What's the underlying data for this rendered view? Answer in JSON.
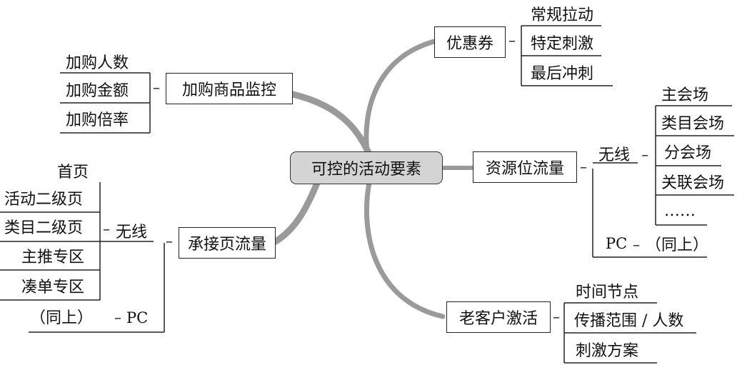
{
  "center": "可控的活动要素",
  "coupon": {
    "label": "优惠券",
    "items": [
      "常规拉动",
      "特定刺激",
      "最后冲刺"
    ]
  },
  "addon": {
    "label": "加购商品监控",
    "items": [
      "加购人数",
      "加购金额",
      "加购倍率"
    ]
  },
  "landing": {
    "label": "承接页流量",
    "wireless_label": "无线",
    "pc_label": "PC",
    "items": [
      "首页",
      "活动二级页",
      "类目二级页",
      "主推专区",
      "凑单专区"
    ],
    "pc_item": "（同上）"
  },
  "resource": {
    "label": "资源位流量",
    "wireless_label": "无线",
    "items": [
      "主会场",
      "类目会场",
      "分会场",
      "关联会场",
      "……"
    ],
    "pc_label": "PC",
    "pc_item": "（同上）"
  },
  "reactivate": {
    "label": "老客户激活",
    "items": [
      "时间节点",
      "传播范围 / 人数",
      "刺激方案"
    ]
  }
}
